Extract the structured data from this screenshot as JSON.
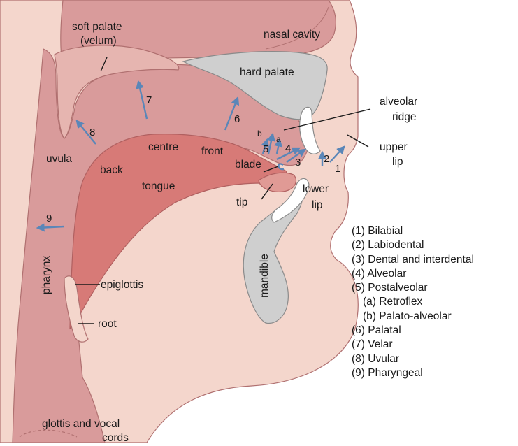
{
  "labels": {
    "soft_palate": "soft palate",
    "velum": "(velum)",
    "nasal_cavity": "nasal cavity",
    "hard_palate": "hard palate",
    "alveolar": "alveolar",
    "ridge": "ridge",
    "upper": "upper",
    "lip_upper": "lip",
    "lower": "lower",
    "lip_lower": "lip",
    "uvula": "uvula",
    "back": "back",
    "centre": "centre",
    "front": "front",
    "blade": "blade",
    "tongue": "tongue",
    "tip": "tip",
    "mandible": "mandible",
    "pharynx": "pharynx",
    "epiglottis": "epiglottis",
    "root": "root",
    "glottis": "glottis and vocal",
    "cords": "cords"
  },
  "places": {
    "n1": "1",
    "n2": "2",
    "n3": "3",
    "n4": "4",
    "n5": "5",
    "n6": "6",
    "n7": "7",
    "n8": "8",
    "n9": "9",
    "a": "a",
    "b": "b"
  },
  "legend": [
    {
      "text": "(1)  Bilabial",
      "indent": false
    },
    {
      "text": "(2)  Labiodental",
      "indent": false
    },
    {
      "text": "(3)  Dental and interdental",
      "indent": false
    },
    {
      "text": "(4)  Alveolar",
      "indent": false
    },
    {
      "text": "(5)  Postalveolar",
      "indent": false
    },
    {
      "text": "(a) Retroflex",
      "indent": true
    },
    {
      "text": "(b) Palato-alveolar",
      "indent": true
    },
    {
      "text": "(6)  Palatal",
      "indent": false
    },
    {
      "text": "(7)  Velar",
      "indent": false
    },
    {
      "text": "(8)  Uvular",
      "indent": false
    },
    {
      "text": "(9)  Pharyngeal",
      "indent": false
    }
  ],
  "colors": {
    "skin": "#f4d6cc",
    "cavity": "#d99b9b",
    "cavity_outline": "#b07070",
    "tongue": "#d77a77",
    "bone": "#cfcfcf",
    "bone_outline": "#8a8a8a",
    "tooth": "#ffffff",
    "arrow": "#5a86b8"
  }
}
